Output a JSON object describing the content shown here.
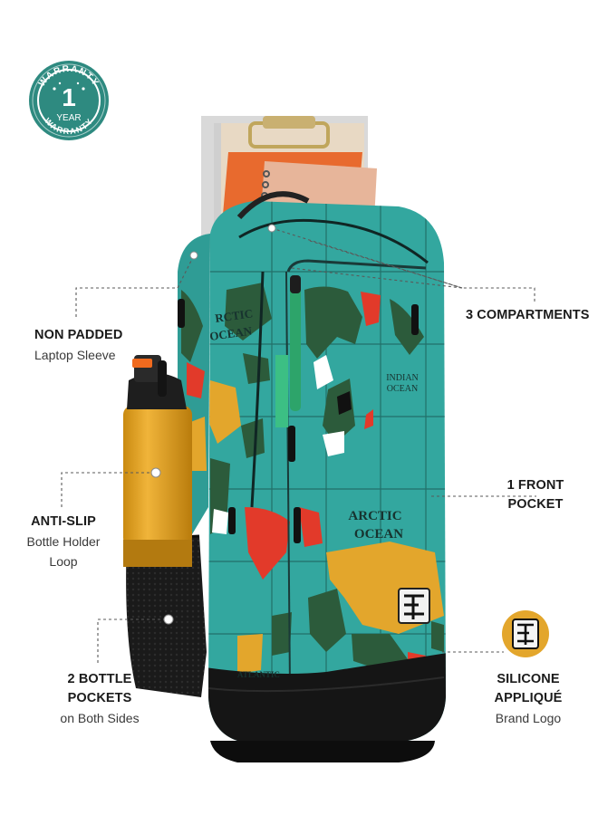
{
  "badge": {
    "top_text": "WARRANTY",
    "number": "1",
    "unit": "YEAR",
    "bottom_text": "WARRANTY"
  },
  "features": {
    "laptop": {
      "title": "NON PADDED",
      "subtitle": "Laptop Sleeve"
    },
    "compartments": {
      "title": "3 COMPARTMENTS"
    },
    "anti_slip": {
      "title": "ANTI-SLIP",
      "line2": "Bottle Holder",
      "line3": "Loop"
    },
    "front_pocket": {
      "line1": "1 FRONT",
      "line2": "POCKET"
    },
    "bottle_pockets": {
      "line1": "2 BOTTLE",
      "line2": "POCKETS",
      "line3": "on Both Sides"
    },
    "applique": {
      "line1": "SILICONE",
      "line2": "APPLIQUÉ",
      "line3": "Brand Logo"
    }
  },
  "bag_print": {
    "indian_ocean_1": "INDIAN",
    "indian_ocean_2": "OCEAN",
    "arctic_1": "ARCTIC",
    "arctic_2": "OCEAN",
    "side_arctic": "RCTIC",
    "side_ocean": "OCEAN",
    "atlantic": "ATLANTIC"
  },
  "colors": {
    "teal": "#2fa8a0",
    "badge_teal": "#2e8a80",
    "bottle_orange": "#e0a21e",
    "bag_black": "#151515"
  }
}
